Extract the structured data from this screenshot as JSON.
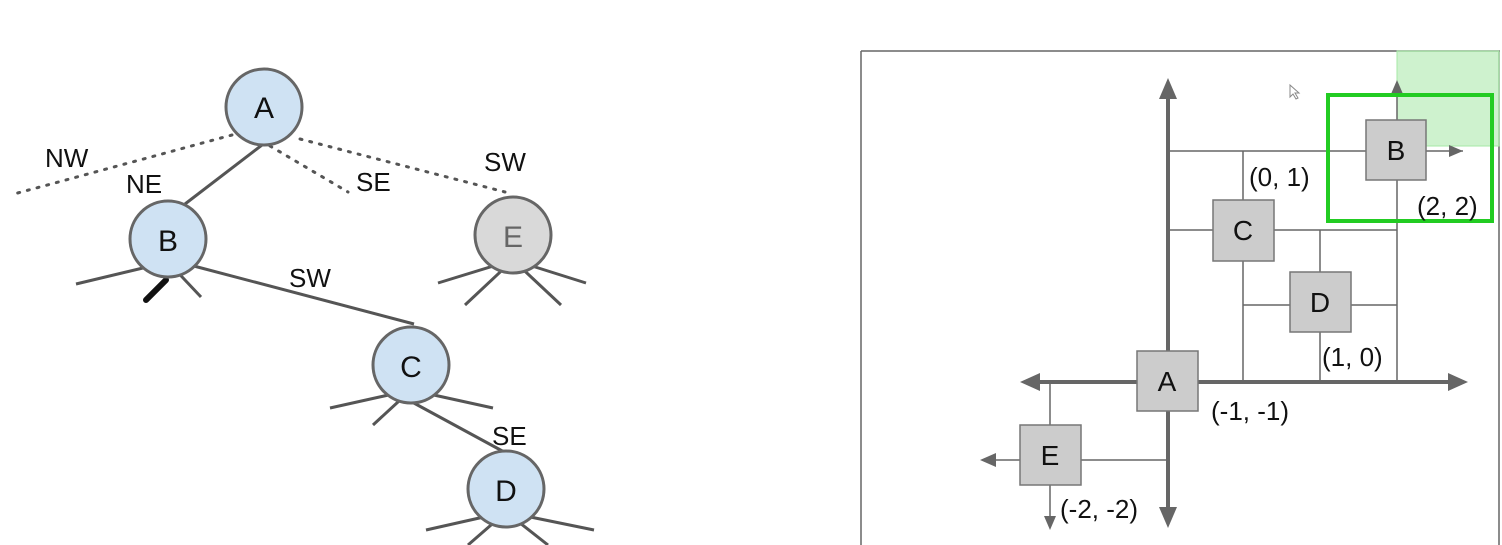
{
  "tree": {
    "nodes": {
      "A": "A",
      "B": "B",
      "C": "C",
      "D": "D",
      "E": "E"
    },
    "edge_labels": {
      "nw": "NW",
      "ne": "NE",
      "se": "SE",
      "sw_top": "SW",
      "sw_b": "SW",
      "se_c": "SE"
    },
    "colors": {
      "node_fill": "#cfe2f3",
      "node_dim_fill": "#d9d9d9",
      "node_stroke": "#666666",
      "edge": "#555555"
    }
  },
  "plane": {
    "boxes": {
      "A": "A",
      "B": "B",
      "C": "C",
      "D": "D",
      "E": "E"
    },
    "coords": {
      "B": "(2, 2)",
      "C": "(0, 1)",
      "D": "(1, 0)",
      "A": "(-1, -1)",
      "E": "(-2, -2)"
    },
    "colors": {
      "box_fill": "#cccccc",
      "axis": "#666666",
      "highlight_stroke": "#22cc22",
      "highlight_fill": "#a6e8a6"
    }
  }
}
